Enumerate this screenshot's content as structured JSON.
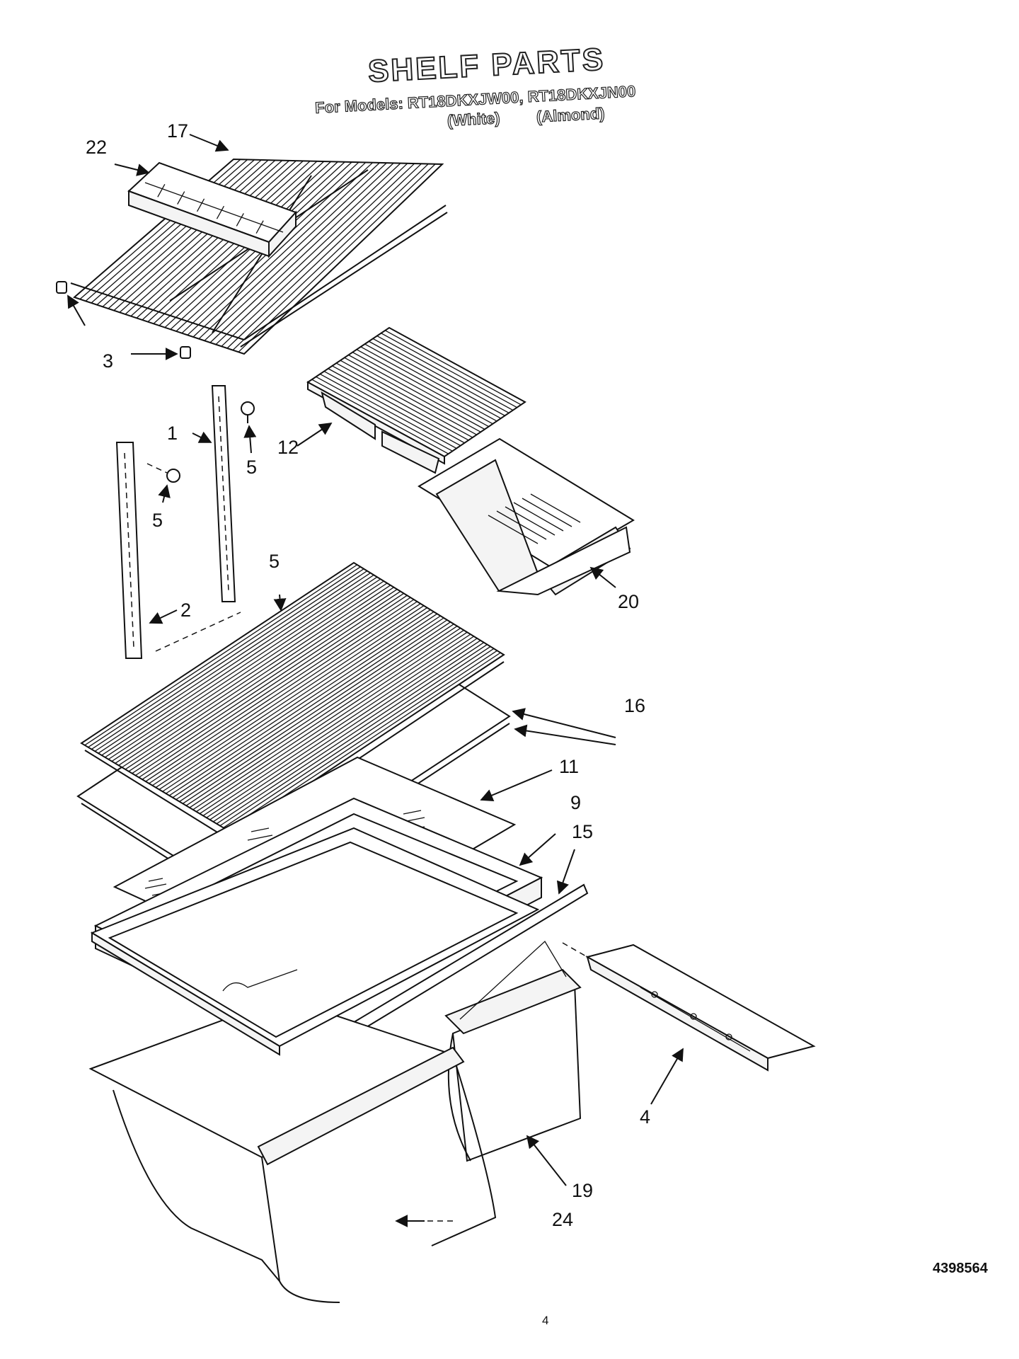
{
  "header": {
    "title": "SHELF PARTS",
    "models_line": "For Models: RT18DKXJW00, RT18DKXJN00",
    "color_white": "(White)",
    "color_almond": "(Almond)"
  },
  "callouts": {
    "c17": "17",
    "c22": "22",
    "c3": "3",
    "c1": "1",
    "c5a": "5",
    "c5b": "5",
    "c5c": "5",
    "c12": "12",
    "c20": "20",
    "c2": "2",
    "c16": "16",
    "c11": "11",
    "c9": "9",
    "c15": "15",
    "c4": "4",
    "c19": "19",
    "c24": "24"
  },
  "footer": {
    "doc_number": "4398564",
    "page_number": "4"
  }
}
